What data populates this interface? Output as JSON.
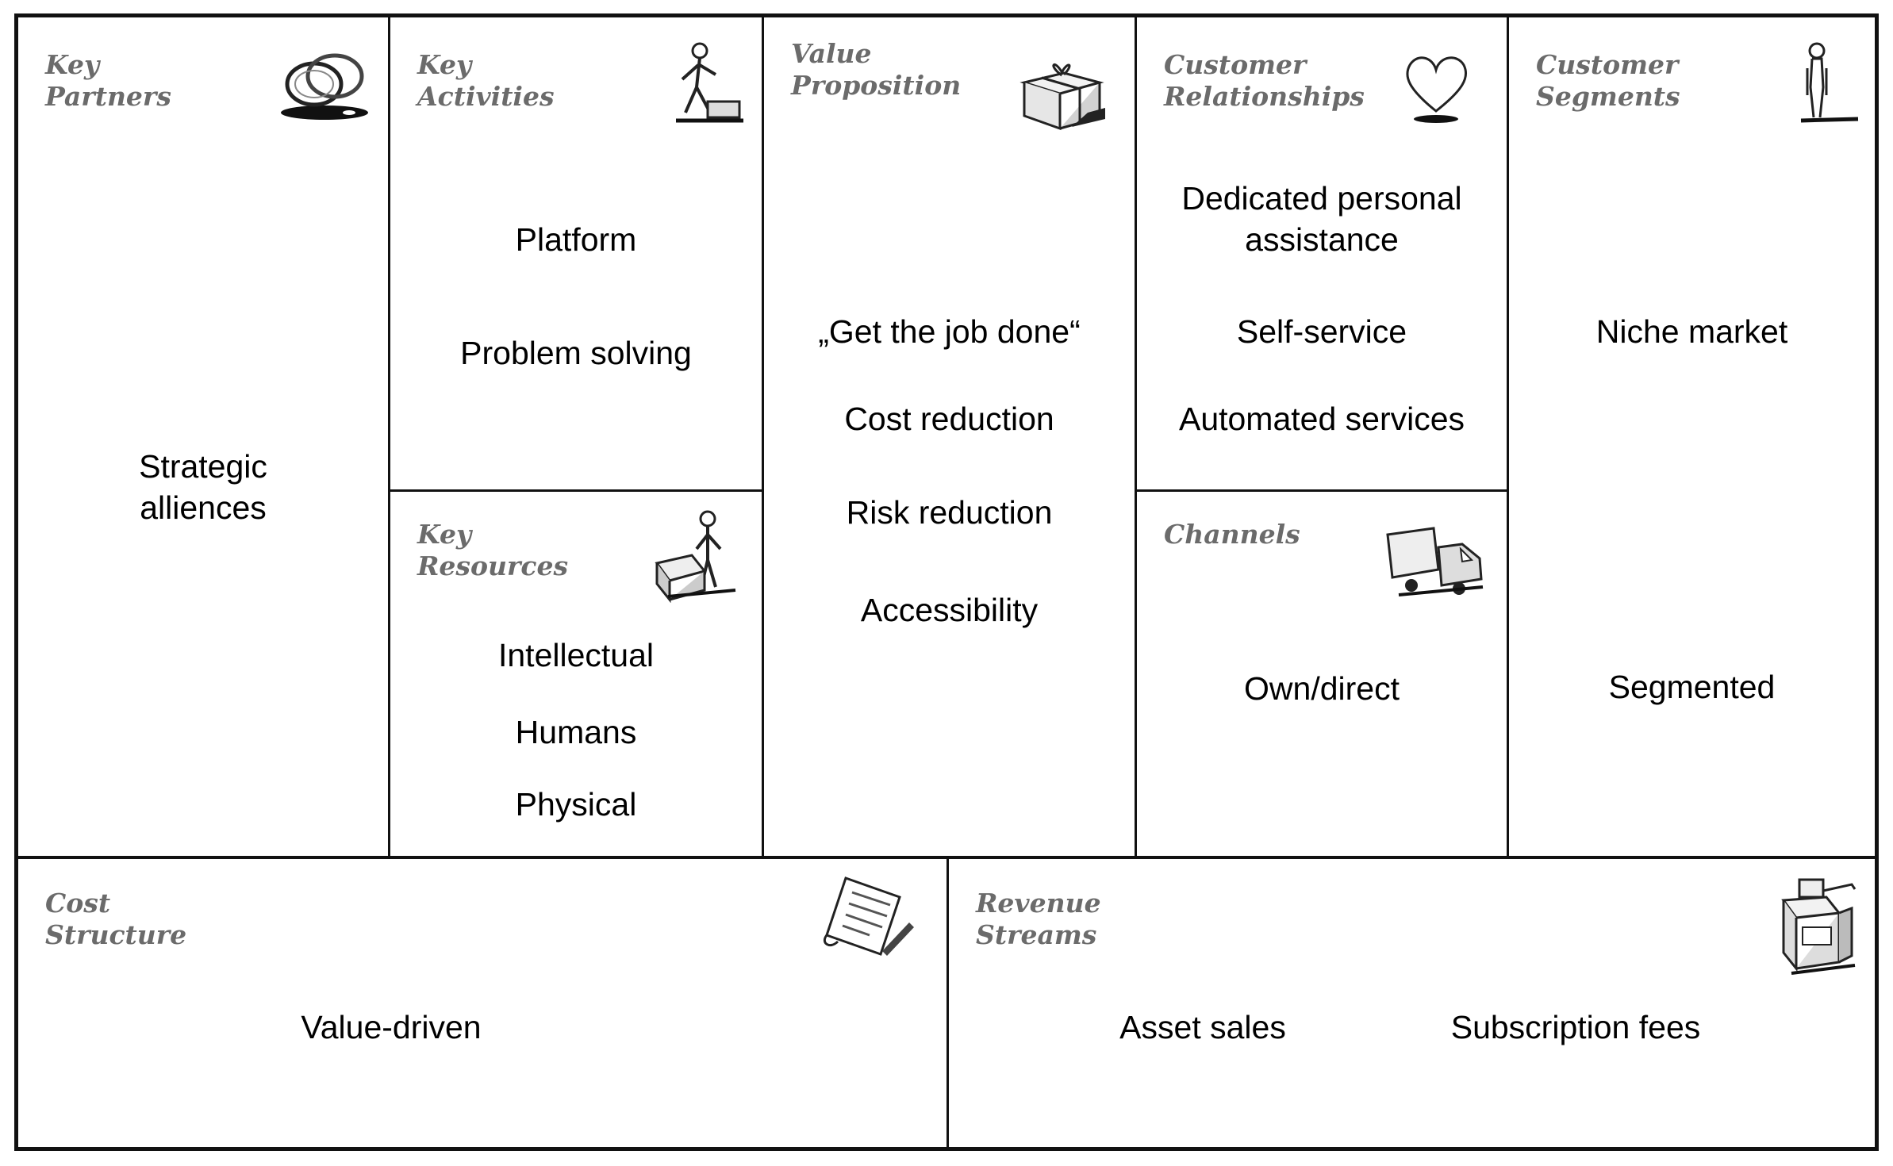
{
  "key_partners": {
    "title": [
      "Key",
      "Partners"
    ],
    "icon": "rings-icon",
    "items": [
      "Strategic alliences"
    ]
  },
  "key_activities": {
    "title": [
      "Key",
      "Activities"
    ],
    "icon": "worker-icon",
    "items": [
      "Platform",
      "Problem solving"
    ]
  },
  "key_resources": {
    "title": [
      "Key",
      "Resources"
    ],
    "icon": "worker-crate-icon",
    "items": [
      "Intellectual",
      "Humans",
      "Physical"
    ]
  },
  "value_proposition": {
    "title": [
      "Value",
      "Proposition"
    ],
    "icon": "gift-icon",
    "items": [
      "„Get the job done“",
      "Cost reduction",
      "Risk reduction",
      "Accessibility"
    ]
  },
  "customer_relationships": {
    "title": [
      "Customer",
      "Relationships"
    ],
    "icon": "heart-icon",
    "items": [
      "Dedicated personal assistance",
      "Self-service",
      "Automated services"
    ]
  },
  "channels": {
    "title": [
      "Channels"
    ],
    "icon": "truck-icon",
    "items": [
      "Own/direct"
    ]
  },
  "customer_segments": {
    "title": [
      "Customer",
      "Segments"
    ],
    "icon": "person-icon",
    "items": [
      "Niche market",
      "Segmented"
    ]
  },
  "cost_structure": {
    "title": [
      "Cost",
      "Structure"
    ],
    "icon": "document-icon",
    "items": [
      "Value-driven"
    ]
  },
  "revenue_streams": {
    "title": [
      "Revenue",
      "Streams"
    ],
    "icon": "cash-register-icon",
    "items": [
      "Asset sales",
      "Subscription fees"
    ]
  }
}
